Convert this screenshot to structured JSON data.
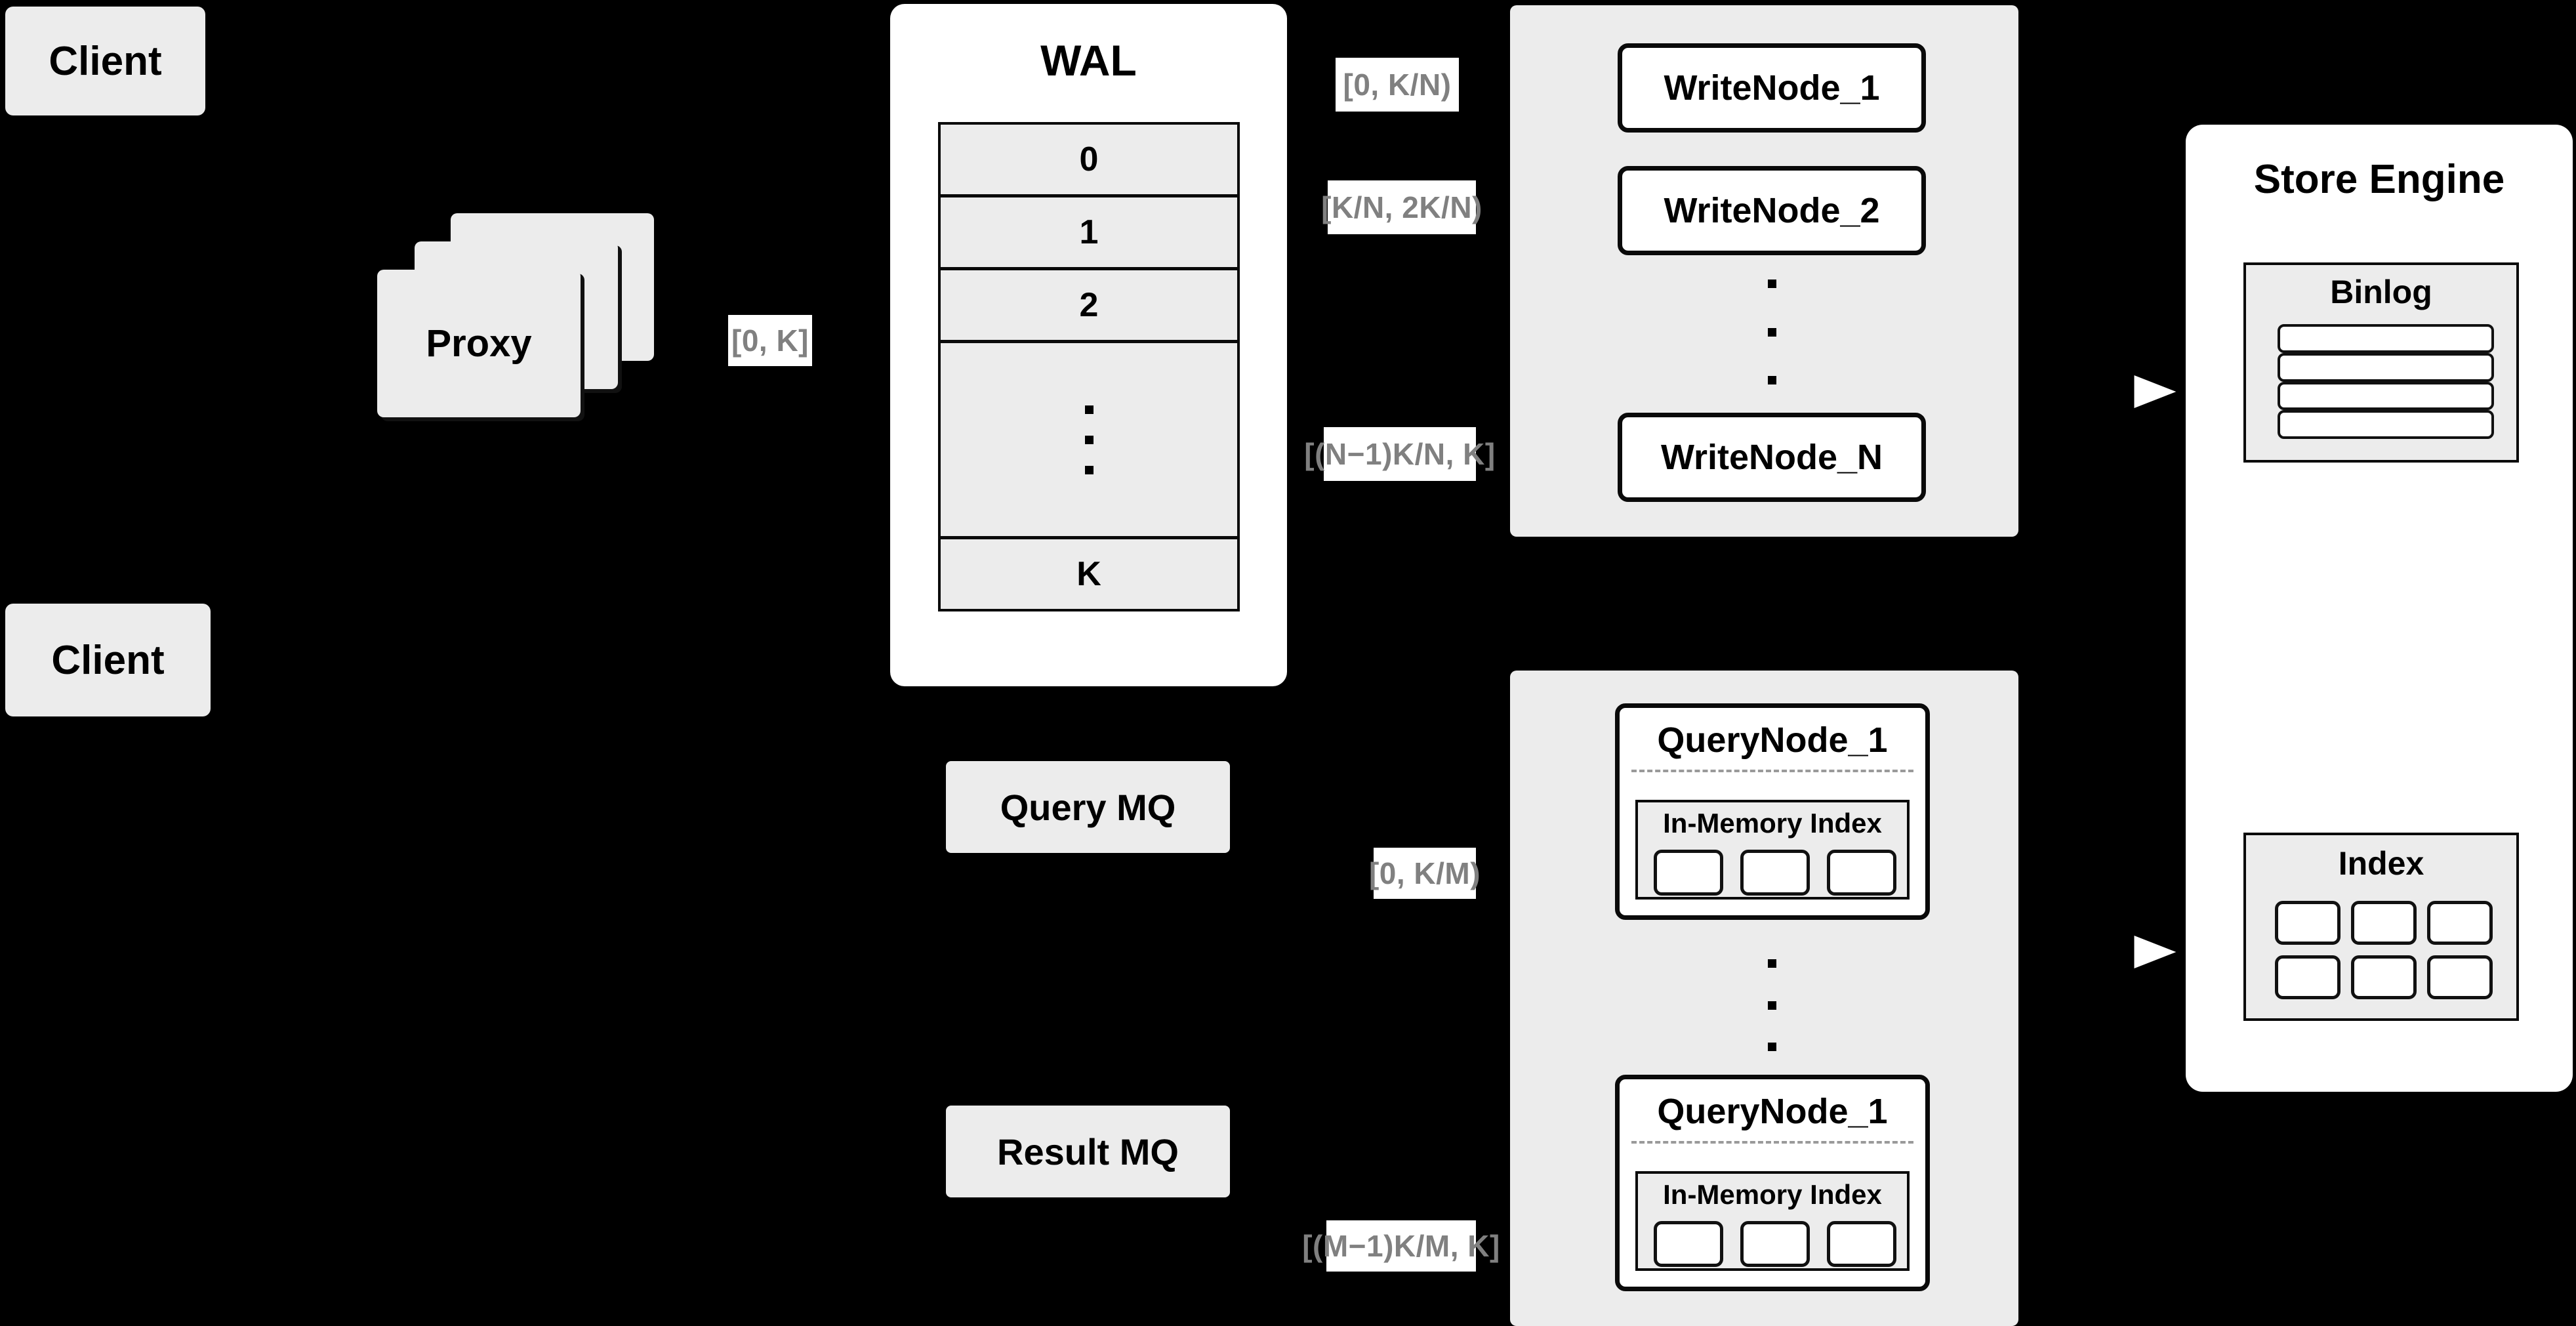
{
  "diagram": {
    "title": "Distributed Write/Query Architecture",
    "background_color": "#000000",
    "box_fill": "#ececec",
    "panel_fill": "#ffffff",
    "label_color": "#808080",
    "stroke_color": "#0a0a0a"
  },
  "clients": [
    {
      "label": "Client"
    },
    {
      "label": "Client"
    }
  ],
  "proxy": {
    "label": "Proxy",
    "stack_count": 3
  },
  "wal": {
    "title": "WAL",
    "rows": [
      "0",
      "1",
      "2",
      "",
      "K"
    ],
    "ellipsis_row_index": 3,
    "ellipsis_dots": 3
  },
  "write_cluster": {
    "nodes": [
      {
        "label": "WriteNode_1",
        "range_label": "[0,  K/N)"
      },
      {
        "label": "WriteNode_2",
        "range_label": "[K/N, 2K/N)"
      },
      {
        "label": "WriteNode_N",
        "range_label": "[(N−1)K/N,  K]"
      }
    ],
    "ellipsis_dots": 3
  },
  "query_cluster": {
    "nodes": [
      {
        "label": "QueryNode_1",
        "range_label": "[0, K/M)",
        "index": {
          "title": "In-Memory Index",
          "cells": 3
        }
      },
      {
        "label": "QueryNode_1",
        "range_label": "[(M−1)K/M, K]",
        "index": {
          "title": "In-Memory Index",
          "cells": 3
        }
      }
    ],
    "ellipsis_dots": 3
  },
  "queues": [
    {
      "label": "Query MQ"
    },
    {
      "label": "Result MQ"
    }
  ],
  "store_engine": {
    "title": "Store Engine",
    "binlog": {
      "title": "Binlog",
      "rows": 4
    },
    "index": {
      "title": "Index",
      "cells": 6,
      "columns": 3
    }
  },
  "proxy_range_label": "[0, K]"
}
